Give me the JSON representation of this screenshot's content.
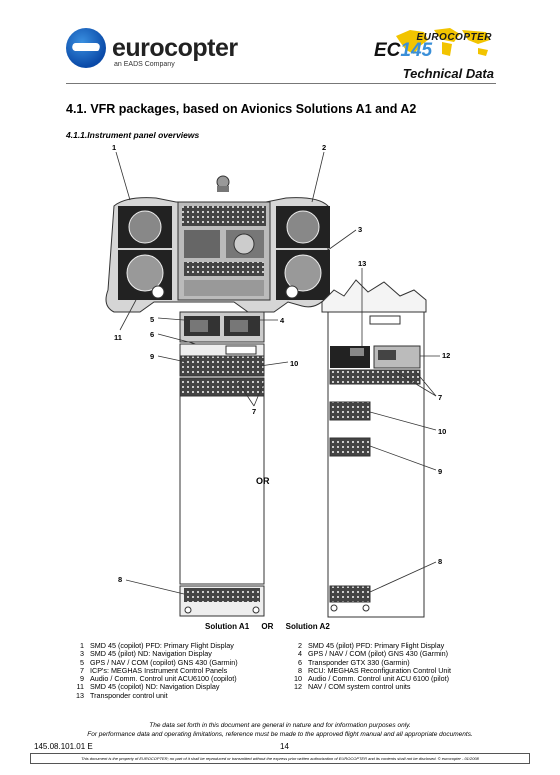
{
  "header": {
    "company_logo_text": "eurocopter",
    "company_sub": "an EADS Company",
    "brand_small": "EUROCOPTER",
    "model_prefix": "EC",
    "model_number": "145",
    "section_label": "Technical Data"
  },
  "heading": {
    "title": "4.1. VFR packages, based on Avionics Solutions A1 and A2",
    "subtitle": "4.1.1.Instrument panel overviews"
  },
  "figure": {
    "callouts": [
      "1",
      "2",
      "3",
      "4",
      "5",
      "6",
      "7",
      "7",
      "8",
      "8",
      "9",
      "9",
      "10",
      "10",
      "11",
      "12",
      "13"
    ],
    "or_label": "OR"
  },
  "solutions": {
    "a1": "Solution A1",
    "or": "OR",
    "a2": "Solution A2"
  },
  "legend": [
    {
      "n": "1",
      "t": "SMD 45 (copilot) PFD: Primary Flight Display"
    },
    {
      "n": "2",
      "t": "SMD 45 (pilot) PFD: Primary Flight Display"
    },
    {
      "n": "3",
      "t": "SMD 45 (pilot) ND: Navigation Display"
    },
    {
      "n": "4",
      "t": "GPS / NAV / COM (pilot) GNS 430 (Garmin)"
    },
    {
      "n": "5",
      "t": "GPS / NAV / COM (copilot) GNS 430 (Garmin)"
    },
    {
      "n": "6",
      "t": "Transponder GTX 330 (Garmin)"
    },
    {
      "n": "7",
      "t": "ICP's: MEGHAS Instrument Control Panels"
    },
    {
      "n": "8",
      "t": "RCU: MEGHAS Reconfiguration Control Unit"
    },
    {
      "n": "9",
      "t": "Audio / Comm. Control unit ACU6100 (copilot)"
    },
    {
      "n": "10",
      "t": "Audio / Comm. Control unit ACU 6100 (pilot)"
    },
    {
      "n": "11",
      "t": "SMD 45 (copilot) ND: Navigation Display"
    },
    {
      "n": "12",
      "t": "NAV / COM system control units"
    },
    {
      "n": "13",
      "t": "Transponder control unit"
    }
  ],
  "footer": {
    "disclaimer1": "The data set forth in this document are general in nature and for information purposes only.",
    "disclaimer2": "For performance data and operating limitations, reference must be made to the approved flight manual and all appropriate documents.",
    "doc_number": "145.08.101.01 E",
    "page": "14",
    "copyright": "This document is the property of EUROCOPTER; no part of it shall be reproduced or transmitted without the express prior written authorization of EUROCOPTER and its contents shall not be disclosed. © eurocopter - 01/2008"
  }
}
